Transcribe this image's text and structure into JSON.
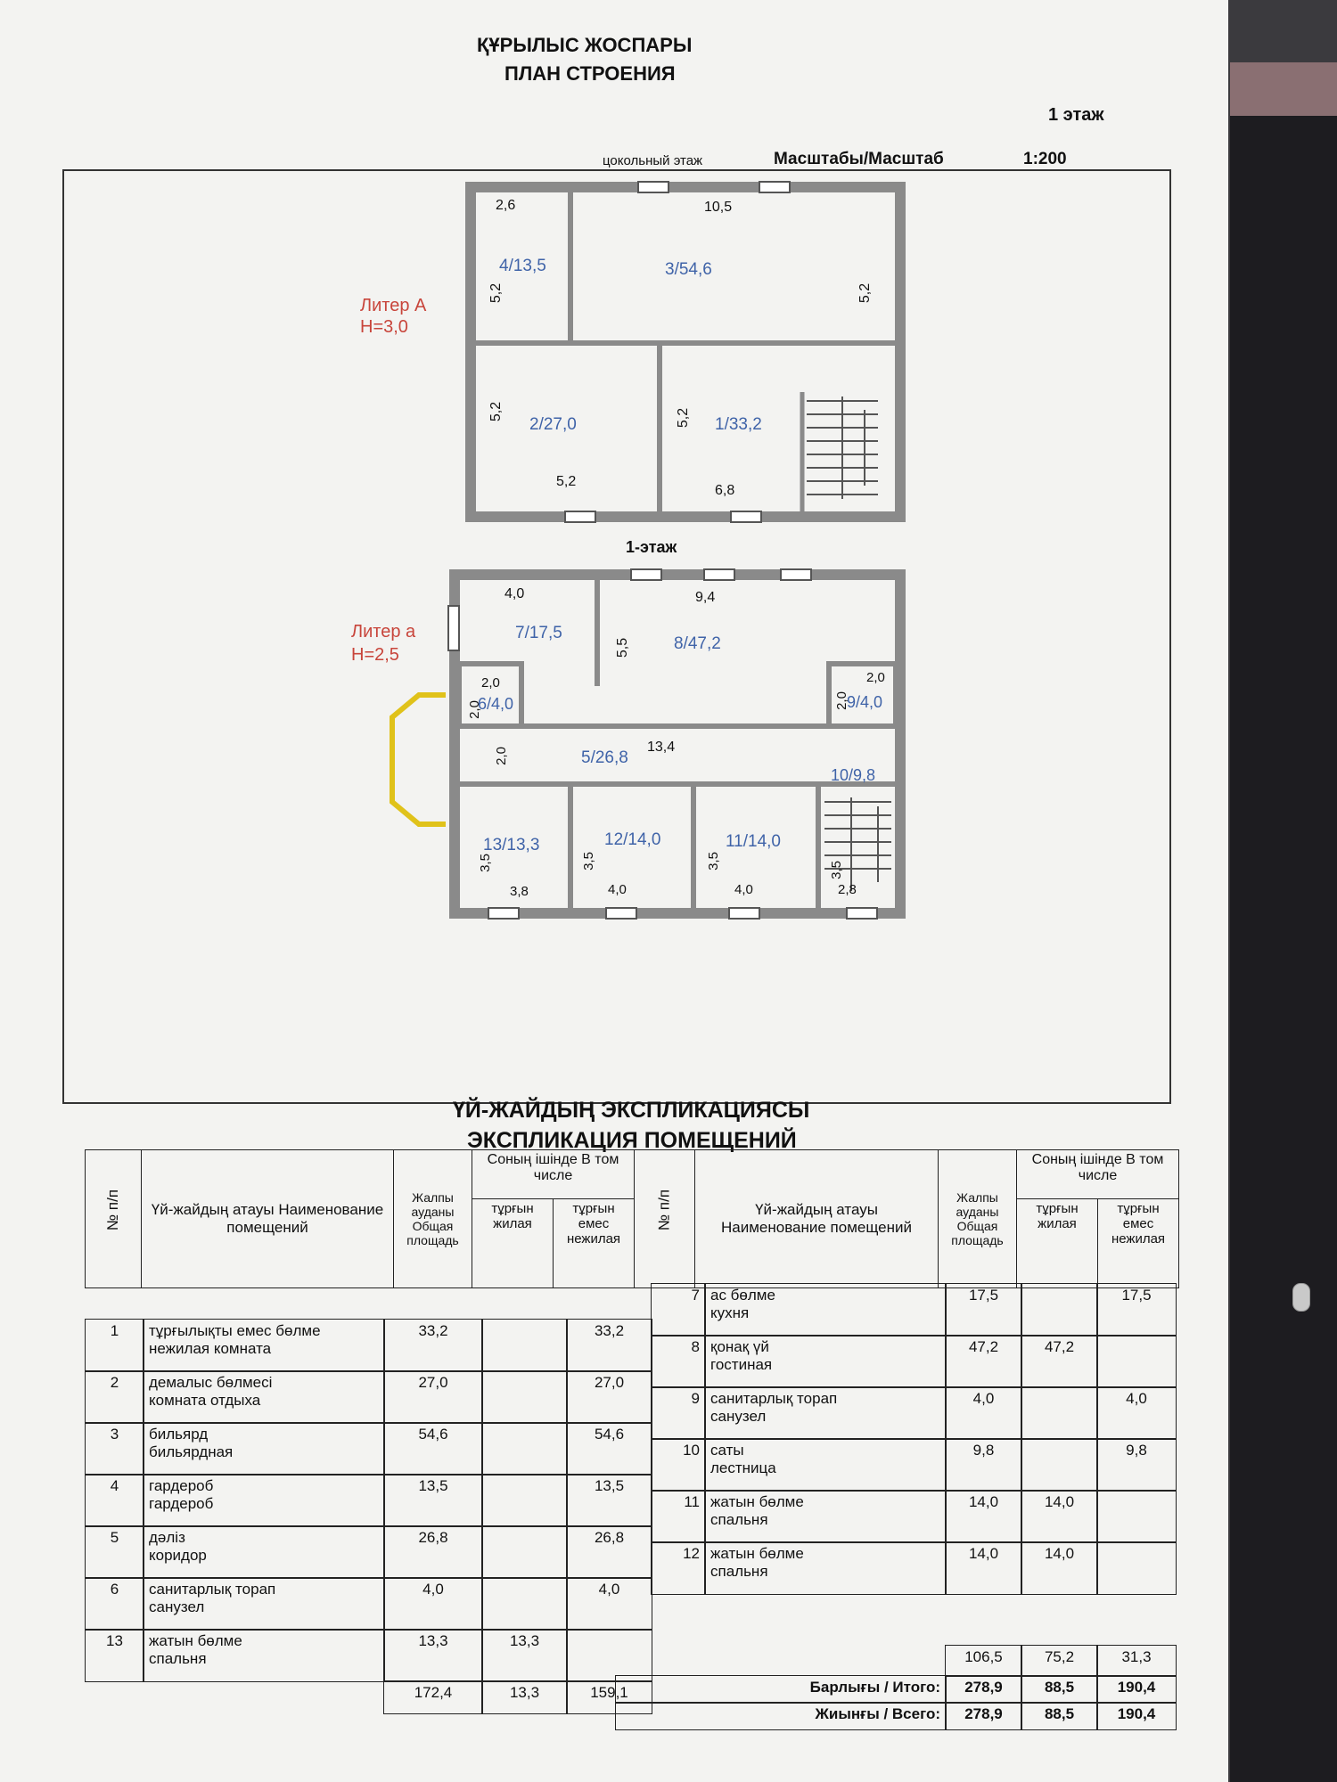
{
  "header": {
    "title_kz": "ҚҰРЫЛЫС ЖОСПАРЫ",
    "title_ru": "ПЛАН СТРОЕНИЯ",
    "floor": "1 этаж",
    "basement": "цокольный этаж",
    "scale_label": "Масштабы/Масштаб",
    "scale_value": "1:200"
  },
  "plan": {
    "liter_a_upper": {
      "name": "Литер А",
      "height": "H=3,0"
    },
    "liter_a_lower": {
      "name": "Литер а",
      "height": "H=2,5"
    },
    "floor1_label": "1-этаж",
    "rooms_upper": [
      {
        "label": "4/13,5"
      },
      {
        "label": "3/54,6"
      },
      {
        "label": "2/27,0"
      },
      {
        "label": "1/33,2"
      }
    ],
    "dims_upper": [
      "2,6",
      "10,5",
      "5,2",
      "5,2",
      "5,2",
      "5,2",
      "5,2",
      "6,8"
    ],
    "rooms_lower": [
      {
        "label": "7/17,5"
      },
      {
        "label": "8/47,2"
      },
      {
        "label": "6/4,0"
      },
      {
        "label": "9/4,0"
      },
      {
        "label": "5/26,8"
      },
      {
        "label": "10/9,8"
      },
      {
        "label": "13/13,3"
      },
      {
        "label": "12/14,0"
      },
      {
        "label": "11/14,0"
      }
    ],
    "dims_lower": [
      "4,0",
      "9,4",
      "5,5",
      "2,0",
      "2,0",
      "2,0",
      "2,0",
      "2,0",
      "13,4",
      "3,5",
      "3,8",
      "3,5",
      "4,0",
      "3,5",
      "4,0",
      "3,5",
      "2,8"
    ]
  },
  "explication": {
    "title_kz": "ҮЙ-ЖАЙДЫҢ ЭКСПЛИКАЦИЯСЫ",
    "title_ru": "ЭКСПЛИКАЦИЯ ПОМЕЩЕНИЙ",
    "headers": {
      "num": "№ п/п",
      "name": "Үй-жайдың атауы Наименование помещений",
      "total": "Жалпы ауданы Общая площадь",
      "including": "Соның ішінде В том числе",
      "living": "тұрғын жилая",
      "nonliving": "тұрғын емес нежилая"
    },
    "left_rows": [
      {
        "n": "1",
        "name1": "тұрғылықты емес бөлме",
        "name2": "нежилая комната",
        "total": "33,2",
        "living": "",
        "nonliving": "33,2"
      },
      {
        "n": "2",
        "name1": "демалыс бөлмесі",
        "name2": "комната отдыха",
        "total": "27,0",
        "living": "",
        "nonliving": "27,0"
      },
      {
        "n": "3",
        "name1": "бильярд",
        "name2": "бильярдная",
        "total": "54,6",
        "living": "",
        "nonliving": "54,6"
      },
      {
        "n": "4",
        "name1": "гардероб",
        "name2": "гардероб",
        "total": "13,5",
        "living": "",
        "nonliving": "13,5"
      },
      {
        "n": "5",
        "name1": "дәліз",
        "name2": "коридор",
        "total": "26,8",
        "living": "",
        "nonliving": "26,8"
      },
      {
        "n": "6",
        "name1": "санитарлық торап",
        "name2": "санузел",
        "total": "4,0",
        "living": "",
        "nonliving": "4,0"
      },
      {
        "n": "13",
        "name1": "жатын бөлме",
        "name2": "спальня",
        "total": "13,3",
        "living": "13,3",
        "nonliving": ""
      }
    ],
    "left_total": {
      "total": "172,4",
      "living": "13,3",
      "nonliving": "159,1"
    },
    "right_rows": [
      {
        "n": "7",
        "name1": "ас бөлме",
        "name2": "кухня",
        "total": "17,5",
        "living": "",
        "nonliving": "17,5"
      },
      {
        "n": "8",
        "name1": "қонақ үй",
        "name2": "гостиная",
        "total": "47,2",
        "living": "47,2",
        "nonliving": ""
      },
      {
        "n": "9",
        "name1": "санитарлық торап",
        "name2": "санузел",
        "total": "4,0",
        "living": "",
        "nonliving": "4,0"
      },
      {
        "n": "10",
        "name1": "саты",
        "name2": "лестница",
        "total": "9,8",
        "living": "",
        "nonliving": "9,8"
      },
      {
        "n": "11",
        "name1": "жатын бөлме",
        "name2": "спальня",
        "total": "14,0",
        "living": "14,0",
        "nonliving": ""
      },
      {
        "n": "12",
        "name1": "жатын бөлме",
        "name2": "спальня",
        "total": "14,0",
        "living": "14,0",
        "nonliving": ""
      }
    ],
    "right_subtotal": {
      "total": "106,5",
      "living": "75,2",
      "nonliving": "31,3"
    },
    "itogo": {
      "label": "Барлығы / Итого:",
      "total": "278,9",
      "living": "88,5",
      "nonliving": "190,4"
    },
    "vsego": {
      "label": "Жиынғы / Всего:",
      "total": "278,9",
      "living": "88,5",
      "nonliving": "190,4"
    }
  }
}
